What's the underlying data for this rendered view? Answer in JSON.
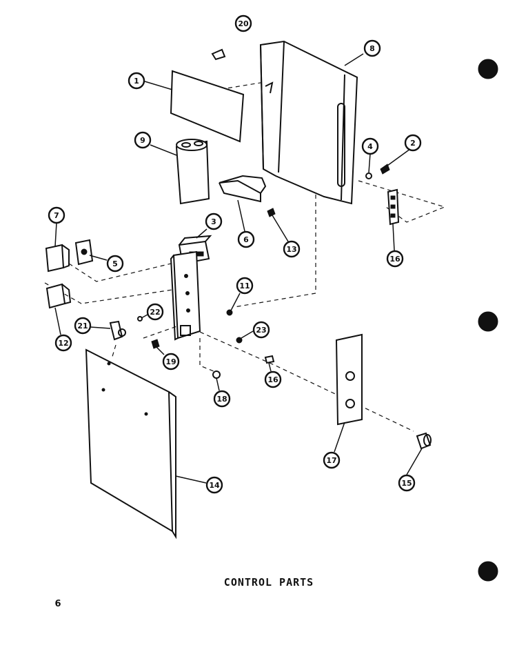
{
  "caption": "CONTROL PARTS",
  "page_number": "6",
  "callouts": [
    "20",
    "8",
    "1",
    "9",
    "4",
    "2",
    "6",
    "13",
    "16",
    "7",
    "3",
    "5",
    "11",
    "12",
    "21",
    "22",
    "23",
    "19",
    "18",
    "16",
    "17",
    "15",
    "14"
  ]
}
